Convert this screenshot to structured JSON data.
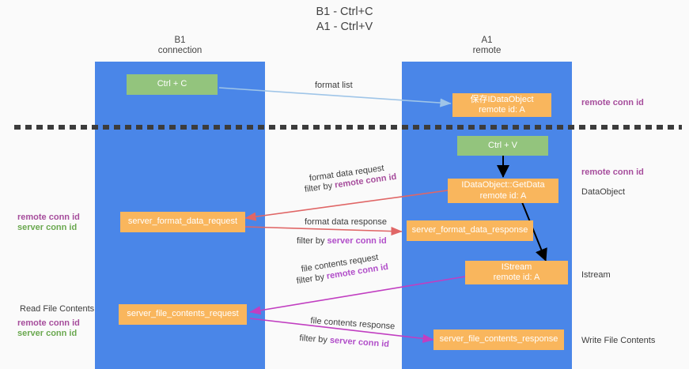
{
  "title": {
    "line1": "B1 - Ctrl+C",
    "line2": "A1 - Ctrl+V"
  },
  "lanes": {
    "left": {
      "name": "B1",
      "role": "connection"
    },
    "right": {
      "name": "A1",
      "role": "remote"
    }
  },
  "nodes": {
    "ctrl_c": {
      "label": "Ctrl + C",
      "color": "#93c47d"
    },
    "ctrl_v": {
      "label": "Ctrl + V",
      "color": "#93c47d"
    },
    "idataobject": {
      "line1": "保存IDataObject",
      "line2": "remote id: A",
      "color": "#f9b65d"
    },
    "getdata": {
      "line1": "IDataObject::GetData",
      "line2": "remote id: A",
      "color": "#f9b65d"
    },
    "istream": {
      "line1": "IStream",
      "line2": "remote id: A",
      "color": "#f9b65d"
    },
    "fmt_req": {
      "label": "server_format_data_request",
      "color": "#f9b65d"
    },
    "fmt_res": {
      "label": "server_format_data_response",
      "color": "#f9b65d"
    },
    "file_req": {
      "label": "server_file_contents_request",
      "color": "#f9b65d"
    },
    "file_res": {
      "label": "server_file_contents_response",
      "color": "#f9b65d"
    }
  },
  "edge_labels": {
    "format_list": "format list",
    "format_data_request": "format data request",
    "format_data_request_filter_prefix": "filter by ",
    "format_data_request_filter_key": "remote conn id",
    "format_data_response": "format data response",
    "format_data_response_filter_prefix": "filter by ",
    "format_data_response_filter_key": "server conn id",
    "file_contents_request": "file contents request",
    "file_contents_request_filter_prefix": "filter by ",
    "file_contents_request_filter_key": "remote conn id",
    "file_contents_response": "file contents response",
    "file_contents_response_filter_prefix": "filter by ",
    "file_contents_response_filter_key": "server conn id"
  },
  "annotations": {
    "right_top_conn": "remote conn id",
    "right_mid_conn": "remote conn id",
    "dataobject": "DataObject",
    "istream": "Istream",
    "write_file_contents": "Write File Contents",
    "left_remote_conn": "remote conn id",
    "left_server_conn": "server conn id",
    "read_file_contents": "Read File Contents",
    "left_remote_conn2": "remote conn id",
    "left_server_conn2": "server conn id"
  },
  "colors": {
    "lane": "#4a86e8",
    "node_green": "#93c47d",
    "node_orange": "#f9b65d",
    "arrow_blue": "#9fc5e8",
    "arrow_red": "#e06666",
    "arrow_magenta": "#c13ec1",
    "arrow_black": "#000000",
    "key_purple": "#a64d9c",
    "key_green": "#6aa84f",
    "divider": "#3c3c3c",
    "background": "#fafafa"
  }
}
